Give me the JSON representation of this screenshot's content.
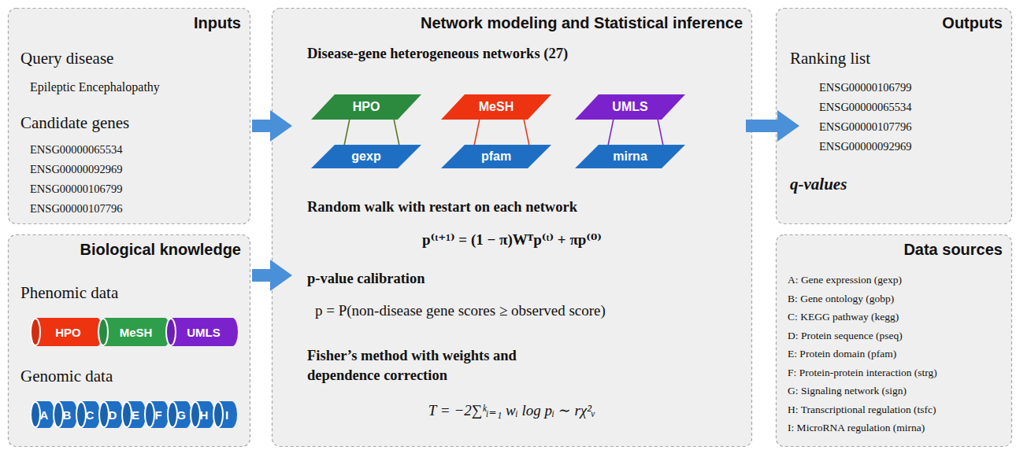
{
  "diagram": {
    "nodes": [
      {
        "text": [
          "Inputs",
          "Query disease",
          "Epileptic Encephalopathy",
          "Candidate genes",
          "ENSG00000065534",
          "ENSG00000092969",
          "ENSG00000106799",
          "ENSG00000107796"
        ]
      },
      {
        "text": [
          "Network modeling and Statistical inference",
          "Disease-gene heterogeneous networks (27)",
          "Random walk with restart on each network",
          "p⁽ᵗ⁺¹⁾ = (1 − π)Wᵀp⁽ᵗ⁾ + πp⁽⁰⁾",
          "p-value calibration",
          "p = P(non-disease gene scores ≥ observed score)",
          "Fisher’s method with weights and dependence correction",
          "T = −2∑ᵏᵢ₌₁ wᵢ log pᵢ ∼ rχ²ᵥ"
        ]
      },
      {
        "text": [
          "HPO"
        ],
        "in": 1
      },
      {
        "text": [
          "MeSH"
        ],
        "in": 1
      },
      {
        "text": [
          "UMLS"
        ],
        "in": 1
      },
      {
        "text": [
          "gexp"
        ],
        "in": 1
      },
      {
        "text": [
          "pfam"
        ],
        "in": 1
      },
      {
        "text": [
          "mirna"
        ],
        "in": 1
      },
      {
        "text": [
          "Outputs",
          "Ranking list",
          "ENSG00000106799",
          "ENSG00000065534",
          "ENSG00000107796",
          "ENSG00000092969",
          "q-values"
        ]
      },
      {
        "text": [
          "Biological knowledge",
          "Phenomic data",
          "Genomic data"
        ]
      },
      {
        "text": [
          "HPO"
        ],
        "in": 9
      },
      {
        "text": [
          "MeSH"
        ],
        "in": 9
      },
      {
        "text": [
          "UMLS"
        ],
        "in": 9
      },
      {
        "text": [
          "A"
        ],
        "in": 9
      },
      {
        "text": [
          "B"
        ],
        "in": 9
      },
      {
        "text": [
          "C"
        ],
        "in": 9
      },
      {
        "text": [
          "D"
        ],
        "in": 9
      },
      {
        "text": [
          "E"
        ],
        "in": 9
      },
      {
        "text": [
          "F"
        ],
        "in": 9
      },
      {
        "text": [
          "G"
        ],
        "in": 9
      },
      {
        "text": [
          "H"
        ],
        "in": 9
      },
      {
        "text": [
          "I"
        ],
        "in": 9
      },
      {
        "text": [
          "Data sources",
          "A: Gene expression (gexp)",
          "B: Gene ontology (gobp)",
          "C: KEGG pathway (kegg)",
          "D: Protein sequence (pseq)",
          "E: Protein domain (pfam)",
          "F: Protein-protein interaction (strg)",
          "G: Signaling network (sign)",
          "H: Transcriptional regulation (tsfc)",
          "I: MicroRNA regulation (mirna)"
        ]
      }
    ],
    "edges": [
      {
        "from": 0,
        "to": 1,
        "arrow": "to"
      },
      {
        "from": 9,
        "to": 1,
        "arrow": "to"
      },
      {
        "from": 1,
        "to": 8,
        "arrow": "to"
      },
      {
        "from": 2,
        "to": 5,
        "arrow": "none"
      },
      {
        "from": 2,
        "to": 5,
        "arrow": "none"
      },
      {
        "from": 3,
        "to": 6,
        "arrow": "none"
      },
      {
        "from": 3,
        "to": 6,
        "arrow": "none"
      },
      {
        "from": 4,
        "to": 7,
        "arrow": "none"
      },
      {
        "from": 4,
        "to": 7,
        "arrow": "none"
      }
    ]
  }
}
